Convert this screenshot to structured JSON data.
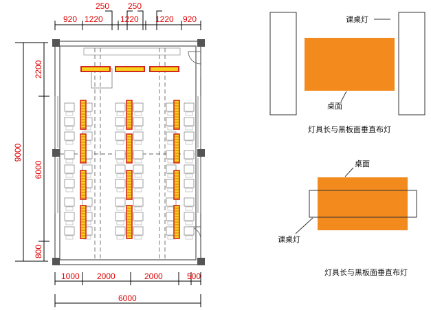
{
  "plan": {
    "top_dims": [
      "920",
      "1220",
      "1220",
      "1220",
      "920"
    ],
    "top_small_dims": [
      "250",
      "250"
    ],
    "left_total": "9000",
    "left_dims": [
      "2200",
      "6000",
      "800"
    ],
    "bottom_dims": [
      "1000",
      "2000",
      "2000",
      "500"
    ],
    "bottom_total": "6000"
  },
  "diagram1": {
    "lamp_label": "课桌灯",
    "desk_label": "桌面",
    "caption": "灯具长与黑板面垂直布灯"
  },
  "diagram2": {
    "desk_label": "桌面",
    "lamp_label": "课桌灯",
    "caption": "灯具长与黑板面垂直布灯"
  },
  "colors": {
    "dimension": "#e00000",
    "desk_orange": "#f28a1e",
    "lamp_fill": "#f6d21a",
    "lamp_border": "#d3261c"
  }
}
